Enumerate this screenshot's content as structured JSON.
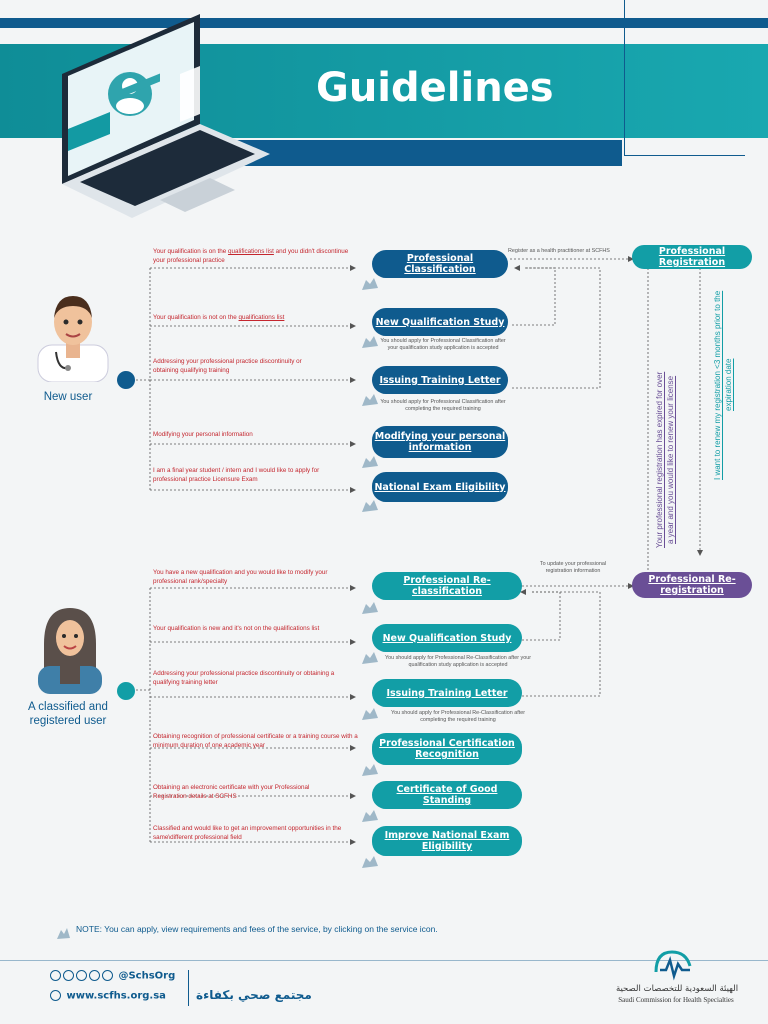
{
  "header": {
    "title": "Guidelines"
  },
  "new_user": {
    "label": "New user",
    "options": [
      {
        "desc_prefix": "Your qualification is on the ",
        "desc_link": "qualifications list",
        "desc_suffix": " and you didn't discontinue your professional practice",
        "service": "Professional Classification"
      },
      {
        "desc_prefix": "Your qualification is not on the ",
        "desc_link": "qualifications list",
        "desc_suffix": "",
        "service": "New Qualification Study",
        "hint": "You should apply for Professional Classification  after your qualification study application is accepted"
      },
      {
        "desc_prefix": "Addressing your professional practice discontinuity or obtaining qualifying training",
        "desc_link": "",
        "desc_suffix": "",
        "service": "Issuing Training Letter",
        "hint": "You should apply for Professional Classification  after completing the required training"
      },
      {
        "desc_prefix": "Modifying your personal information",
        "desc_link": "",
        "desc_suffix": "",
        "service": "Modifying your personal information"
      },
      {
        "desc_prefix": "I am a final year student / intern and I would like to apply for professional practice Licensure Exam",
        "desc_link": "",
        "desc_suffix": "",
        "service": "National Exam Eligibility"
      }
    ]
  },
  "registered_user": {
    "label": "A classified and registered user",
    "options": [
      {
        "desc": "You have a new qualification and you would like to modify your professional rank/specialty",
        "service": "Professional Re-classification"
      },
      {
        "desc": "Your qualification is new and it's not on the qualifications list",
        "service": "New Qualification Study",
        "hint": "You should apply for Professional Re-Classification after your qualification study application is accepted"
      },
      {
        "desc": "Addressing your professional practice discontinuity or obtaining a qualifying training letter",
        "service": "Issuing Training Letter",
        "hint": "You should apply for Professional Re-Classification after completing the required training"
      },
      {
        "desc": "Obtaining recognition of professional certificate or a training course with a minimum duration of one academic year",
        "service": "Professional Certification Recognition"
      },
      {
        "desc": "Obtaining an electronic certificate with your Professional Registration details at SCFHS",
        "service": "Certificate of Good Standing"
      },
      {
        "desc": "Classified and would like to get an improvement opportunities in the same\\different professional field",
        "service": "Improve National Exam Eligibility"
      }
    ]
  },
  "registration": {
    "register_label": "Register as a health practitioner at SCFHS",
    "service": "Professional Registration",
    "update_label": "To update your professional registration information",
    "reregistration": "Professional Re-registration",
    "expired_text": "Your professional registration has expired for over a year and you would like to renew your license",
    "renew_text": "I want to renew my registration <3 months prior to the expiration date"
  },
  "note": "NOTE:  You can apply, view requirements and fees of the service, by clicking on the service icon.",
  "footer": {
    "handle": "@SchsOrg",
    "website": "www.scfhs.org.sa",
    "arabic_slogan": "مجتمع صحي بكفاءة",
    "org_arabic": "الهيئة السعودية للتخصصات الصحية",
    "org_english": "Saudi Commission for Health Specialties"
  },
  "colors": {
    "navy": "#0f5b8e",
    "teal": "#129ea6",
    "purple": "#6a4f96",
    "red": "#c4262e"
  }
}
